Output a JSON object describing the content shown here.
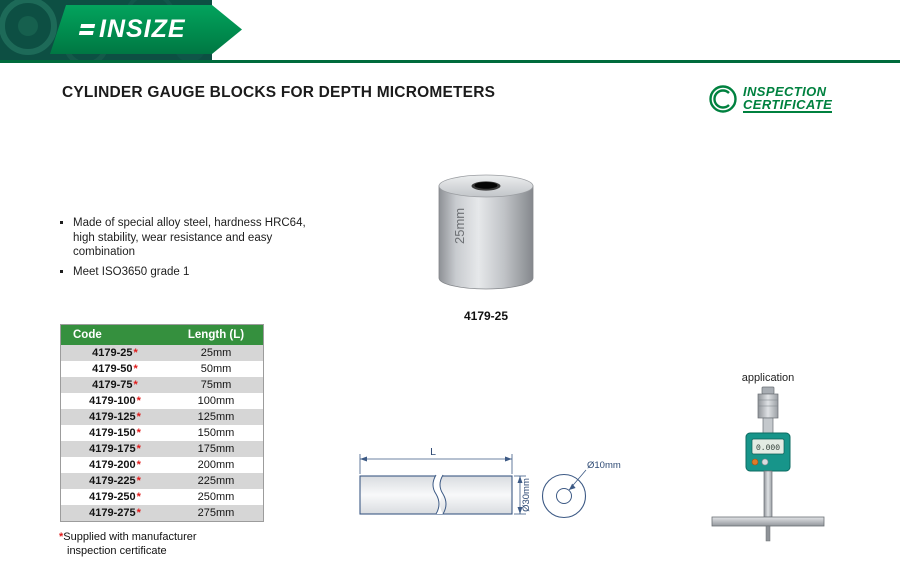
{
  "header": {
    "brand": "INSIZE"
  },
  "title": "CYLINDER GAUGE BLOCKS FOR DEPTH MICROMETERS",
  "certificate": {
    "line1": "INSPECTION",
    "line2": "CERTIFICATE"
  },
  "features": [
    "Made of special alloy steel, hardness HRC64, high stability, wear resistance and easy combination",
    "Meet ISO3650 grade 1"
  ],
  "product": {
    "engraving": "25mm",
    "caption": "4179-25"
  },
  "table": {
    "headers": [
      "Code",
      "Length (L)"
    ],
    "rows": [
      {
        "code": "4179-25",
        "star": "*",
        "length": "25mm"
      },
      {
        "code": "4179-50",
        "star": "*",
        "length": "50mm"
      },
      {
        "code": "4179-75",
        "star": "*",
        "length": "75mm"
      },
      {
        "code": "4179-100",
        "star": "*",
        "length": "100mm"
      },
      {
        "code": "4179-125",
        "star": "*",
        "length": "125mm"
      },
      {
        "code": "4179-150",
        "star": "*",
        "length": "150mm"
      },
      {
        "code": "4179-175",
        "star": "*",
        "length": "175mm"
      },
      {
        "code": "4179-200",
        "star": "*",
        "length": "200mm"
      },
      {
        "code": "4179-225",
        "star": "*",
        "length": "225mm"
      },
      {
        "code": "4179-250",
        "star": "*",
        "length": "250mm"
      },
      {
        "code": "4179-275",
        "star": "*",
        "length": "275mm"
      }
    ]
  },
  "footnote": {
    "marker": "*",
    "line1": "Supplied with manufacturer",
    "line2": "inspection certificate"
  },
  "drawing": {
    "length_label": "L",
    "diameter_label": "Ø30mm",
    "hole_label": "Ø10mm"
  },
  "application": {
    "label": "application"
  },
  "colors": {
    "brand_green": "#00a35d",
    "table_header_green": "#35903e",
    "certificate_green": "#00813f",
    "asterisk_red": "#e01b1b",
    "drawing_blue": "#3d5a85",
    "band_teal": "#0d4f43"
  }
}
